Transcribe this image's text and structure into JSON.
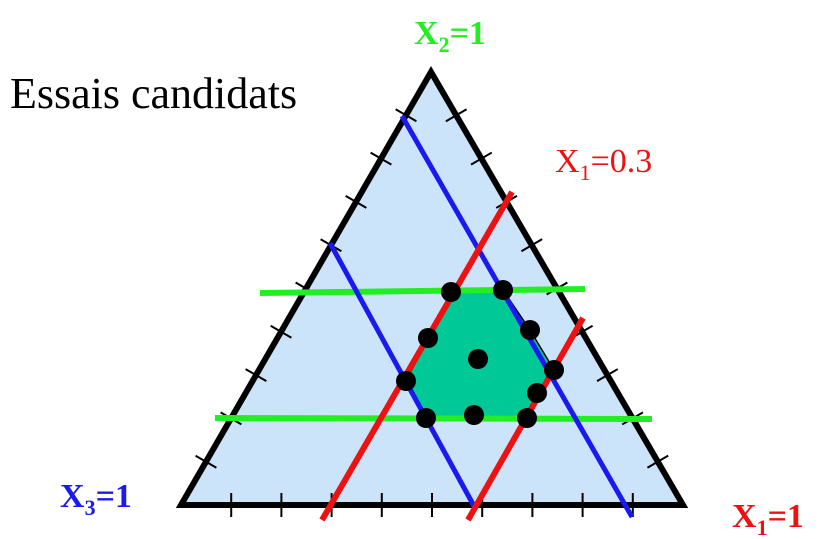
{
  "title": "Essais candidats",
  "vertices": {
    "x2": {
      "base": "X",
      "sub": "2",
      "suffix": "=1",
      "color": "#22ee22"
    },
    "x3": {
      "base": "X",
      "sub": "3",
      "suffix": "=1",
      "color": "#1a1aee"
    },
    "x1": {
      "base": "X",
      "sub": "1",
      "suffix": "=1",
      "color": "#ee1111"
    }
  },
  "constraint_label": {
    "base": "X",
    "sub": "1",
    "suffix": "=0.3",
    "color": "#ee1111"
  },
  "colors": {
    "triangle_fill": "#cce4fa",
    "triangle_stroke": "#000000",
    "region_fill": "#00c896",
    "point": "#000000",
    "green": "#22ee22",
    "blue": "#1a1aee",
    "red": "#ee1111"
  }
}
